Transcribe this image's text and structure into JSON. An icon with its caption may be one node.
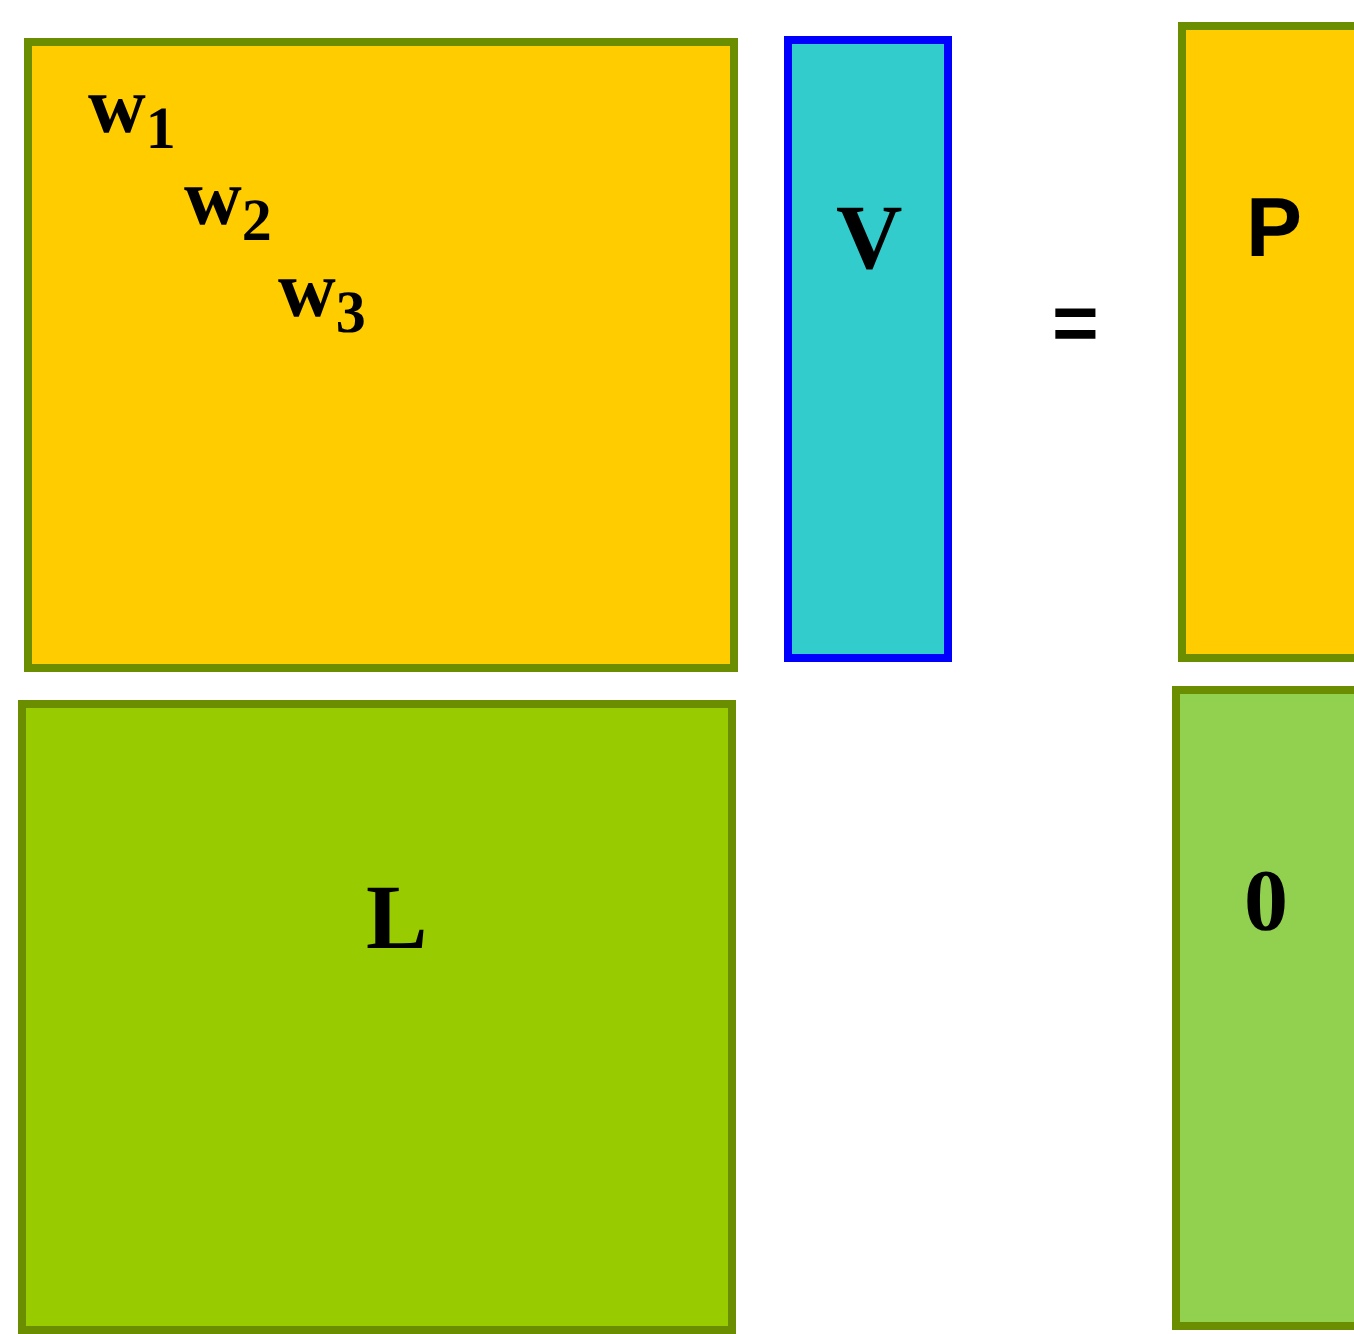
{
  "diagram": {
    "nodes": [
      {
        "text": [
          "w$_{1}$",
          "w$_{2}$",
          "w$_{3}$"
        ]
      },
      {
        "text": [
          "V"
        ]
      },
      {
        "text": [
          "P"
        ]
      },
      {
        "text": [
          "L"
        ]
      },
      {
        "text": [
          "0"
        ]
      }
    ],
    "labels": [
      "="
    ]
  }
}
